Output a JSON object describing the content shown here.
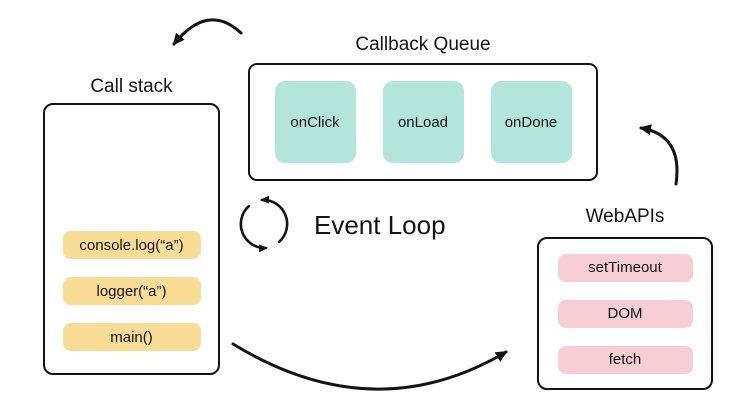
{
  "colors": {
    "ink": "#141414",
    "teal": "#b4e5db",
    "yellow": "#f8dc96",
    "pink": "#f6ced3",
    "bg": "#ffffff"
  },
  "call_stack": {
    "title": "Call stack",
    "items": [
      "console.log(“a”)",
      "logger(“a”)",
      "main()"
    ]
  },
  "callback_queue": {
    "title": "Callback Queue",
    "items": [
      "onClick",
      "onLoad",
      "onDone"
    ]
  },
  "web_apis": {
    "title": "WebAPIs",
    "items": [
      "setTimeout",
      "DOM",
      "fetch"
    ]
  },
  "event_loop": {
    "label": "Event Loop",
    "icon": "cycle-arrows-icon"
  },
  "arrows": [
    {
      "name": "arrow-callback-queue-to-call-stack"
    },
    {
      "name": "arrow-web-apis-to-callback-queue"
    },
    {
      "name": "arrow-call-stack-to-web-apis"
    }
  ]
}
